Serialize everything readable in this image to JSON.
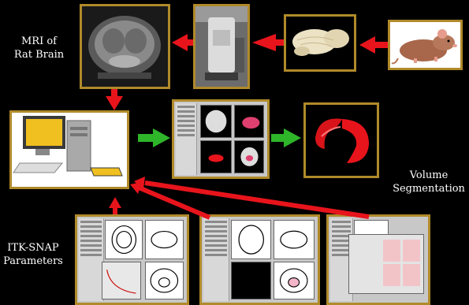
{
  "labels": {
    "mri": [
      "MRI of",
      "Rat Brain"
    ],
    "volume": [
      "Volume",
      "Segmentation"
    ],
    "itk": [
      "ITK-SNAP",
      "Parameters"
    ]
  },
  "colors": {
    "frame": "#b08a2a",
    "red_arrow": "#e8141c",
    "green_arrow": "#2fb52a",
    "background": "#000000"
  },
  "icons": [
    "rat-icon",
    "brain-icon",
    "mri-scanner-icon",
    "mri-scan-icon",
    "computer-icon",
    "segmentation-3d-icon",
    "itk-snap-window-icon"
  ]
}
